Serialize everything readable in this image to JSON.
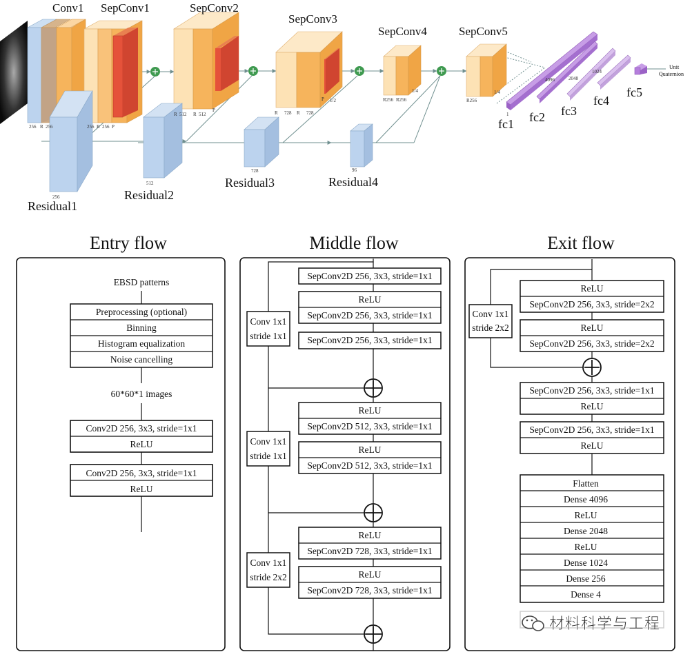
{
  "arch": {
    "stages": [
      "Conv1",
      "SepConv1",
      "SepConv2",
      "SepConv3",
      "SepConv4",
      "SepConv5"
    ],
    "residuals": [
      "Residual1",
      "Residual2",
      "Residual3",
      "Residual4"
    ],
    "fc": [
      "fc1",
      "fc2",
      "fc3",
      "fc4",
      "fc5"
    ],
    "output": [
      "Unit",
      "Quaternion"
    ],
    "dim_labels": {
      "d256": "256",
      "R": "R",
      "P": "P",
      "d512": "512",
      "d728": "728",
      "half": "1/2",
      "quarter": "1/4",
      "r256": "R256",
      "d96": "96",
      "one": "1",
      "d4096": "4096",
      "d2048": "2048",
      "d1024": "1024"
    }
  },
  "entry": {
    "title": "Entry flow",
    "input": "EBSD patterns",
    "prep": [
      "Preprocessing (optional)",
      "Binning",
      "Histogram equalization",
      "Noise cancelling"
    ],
    "images": "60*60*1 images",
    "conv": [
      [
        "Conv2D 256, 3x3, stride=1x1",
        "ReLU"
      ],
      [
        "Conv2D 256, 3x3, stride=1x1",
        "ReLU"
      ]
    ]
  },
  "middle": {
    "title": "Middle flow",
    "blocks": [
      {
        "skip": [
          "Conv 1x1",
          "stride 1x1"
        ],
        "a": [
          "SepConv2D 256, 3x3, stride=1x1"
        ],
        "b": [
          "ReLU",
          "SepConv2D 256, 3x3, stride=1x1"
        ],
        "c": [
          "SepConv2D 256, 3x3, stride=1x1"
        ]
      },
      {
        "skip": [
          "Conv 1x1",
          "stride 1x1"
        ],
        "b": [
          "ReLU",
          "SepConv2D 512, 3x3, stride=1x1"
        ],
        "c": [
          "ReLU",
          "SepConv2D 512, 3x3, stride=1x1"
        ]
      },
      {
        "skip": [
          "Conv 1x1",
          "stride 2x2"
        ],
        "b": [
          "ReLU",
          "SepConv2D 728, 3x3, stride=1x1"
        ],
        "c": [
          "ReLU",
          "SepConv2D 728, 3x3, stride=1x1"
        ]
      }
    ]
  },
  "exit": {
    "title": "Exit flow",
    "skip": [
      "Conv 1x1",
      "stride 2x2"
    ],
    "res": [
      [
        "ReLU",
        "SepConv2D 256, 3x3, stride=2x2"
      ],
      [
        "ReLU",
        "SepConv2D 256, 3x3, stride=2x2"
      ]
    ],
    "sep": [
      [
        "SepConv2D 256, 3x3, stride=1x1",
        "ReLU"
      ],
      [
        "SepConv2D 256, 3x3, stride=1x1",
        "ReLU"
      ]
    ],
    "dense": [
      "Flatten",
      "Dense 4096",
      "ReLU",
      "Dense 2048",
      "ReLU",
      "Dense 1024",
      "Dense 256",
      "Dense 4"
    ],
    "watermark": "材料科学与工程"
  },
  "colors": {
    "orange": "#f6b45c",
    "orange_light": "#fde2b5",
    "red": "#e5523a",
    "blue": "#a8c6e8",
    "purple": "#b57edc",
    "green": "#3f9a50",
    "line": "#6f8f8f"
  }
}
